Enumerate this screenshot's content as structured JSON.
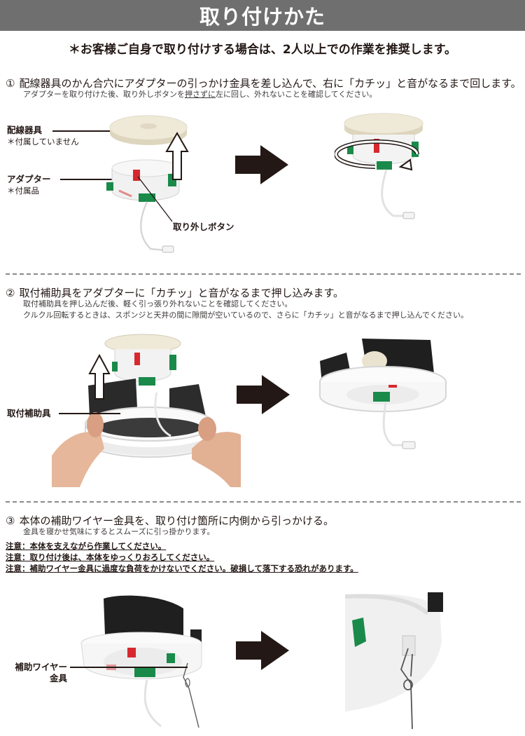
{
  "header": {
    "title": "取り付けかた",
    "bg_color": "#706f6f"
  },
  "notice": "＊お客様ご自身で取り付けする場合は、2人以上での作業を推奨します。",
  "steps": [
    {
      "number": "①",
      "heading": "配線器具のかん合穴にアダプターの引っかけ金具を差し込んで、右に「カチッ」と音がなるまで回します。",
      "sub": [
        "アダプターを取り付けた後、取り外しボタンを",
        "押さずに",
        "左に回し、外れないことを確認してください。"
      ],
      "labels": {
        "wiring_device": "配線器具",
        "wiring_device_note": "＊付属していません",
        "adapter": "アダプター",
        "adapter_note": "＊付属品",
        "release_button": "取り外しボタン"
      }
    },
    {
      "number": "②",
      "heading": "取付補助具をアダプターに「カチッ」と音がなるまで押し込みます。",
      "sub": [
        "取付補助具を押し込んだ後、軽く引っ張り外れないことを確認してください。",
        "クルクル回転するときは、スポンジと天井の間に隙間が空いているので、さらに「カチッ」と音がなるまで押し込んでください。"
      ],
      "labels": {
        "mounting_aid": "取付補助具"
      }
    },
    {
      "number": "③",
      "heading": "本体の補助ワイヤー金具を、取り付け箇所に内側から引っかける。",
      "sub": [
        "金具を寝かせ気味にするとスムーズに引っ掛かります。"
      ],
      "cautions": [
        "注意：本体を支えながら作業してください。",
        "注意：取り付け後は、本体をゆっくりおろしてください。",
        "注意：補助ワイヤー金具に過度な負荷をかけないでください。破損して落下する恐れがあります。"
      ],
      "labels": {
        "aux_wire_line1": "補助ワイヤー",
        "aux_wire_line2": "金具"
      }
    }
  ],
  "icons": {
    "step_arrow": "arrow-right-icon",
    "up_arrow": "arrow-up-outline-icon",
    "rotate": "rotate-clockwise-icon"
  },
  "colors": {
    "text": "#231815",
    "divider": "#8a8a8a",
    "accent_red": "#d7282f",
    "accent_green": "#1a8a4a"
  }
}
